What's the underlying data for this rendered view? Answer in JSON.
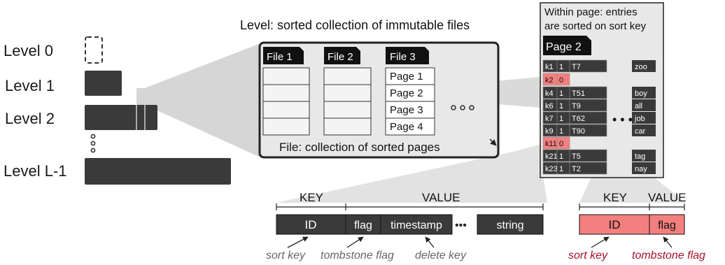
{
  "levels": [
    "Level 0",
    "Level 1",
    "Level 2",
    "Level L-1"
  ],
  "level_view": {
    "title": "Level: sorted collection of immutable files",
    "files": [
      "File 1",
      "File 2",
      "File 3"
    ],
    "pages": [
      "Page 1",
      "Page 2",
      "Page 3",
      "Page 4"
    ],
    "caption": "File: collection of sorted pages"
  },
  "page_view": {
    "title_line1": "Within page: entries",
    "title_line2": "are sorted on sort key",
    "page_label": "Page 2",
    "entries": [
      {
        "key": "k1",
        "flag": "1",
        "ts": "T7",
        "val": "zoo",
        "tomb": false
      },
      {
        "key": "k2",
        "flag": "0",
        "ts": "",
        "val": "",
        "tomb": true
      },
      {
        "key": "k4",
        "flag": "1",
        "ts": "T51",
        "val": "boy",
        "tomb": false
      },
      {
        "key": "k6",
        "flag": "1",
        "ts": "T9",
        "val": "all",
        "tomb": false
      },
      {
        "key": "k7",
        "flag": "1",
        "ts": "T62",
        "val": "job",
        "tomb": false
      },
      {
        "key": "k9",
        "flag": "1",
        "ts": "T90",
        "val": "car",
        "tomb": false
      },
      {
        "key": "k11",
        "flag": "0",
        "ts": "",
        "val": "",
        "tomb": true
      },
      {
        "key": "k21",
        "flag": "1",
        "ts": "T5",
        "val": "tag",
        "tomb": false
      },
      {
        "key": "k23",
        "flag": "1",
        "ts": "T2",
        "val": "nay",
        "tomb": false
      }
    ]
  },
  "entry_format": {
    "key_label": "KEY",
    "value_label": "VALUE",
    "fields": [
      "ID",
      "flag",
      "timestamp",
      "string"
    ],
    "annotations": [
      "sort key",
      "tombstone flag",
      "delete key"
    ]
  },
  "tombstone_format": {
    "key_label": "KEY",
    "value_label": "VALUE",
    "fields": [
      "ID",
      "flag"
    ],
    "annotations": [
      "sort key",
      "tombstone flag"
    ]
  },
  "colors": {
    "dark": "#3a3a3a",
    "tombstone": "#f47f7f",
    "panel": "#e8e8e8",
    "annotation_red": "#a8102a"
  }
}
